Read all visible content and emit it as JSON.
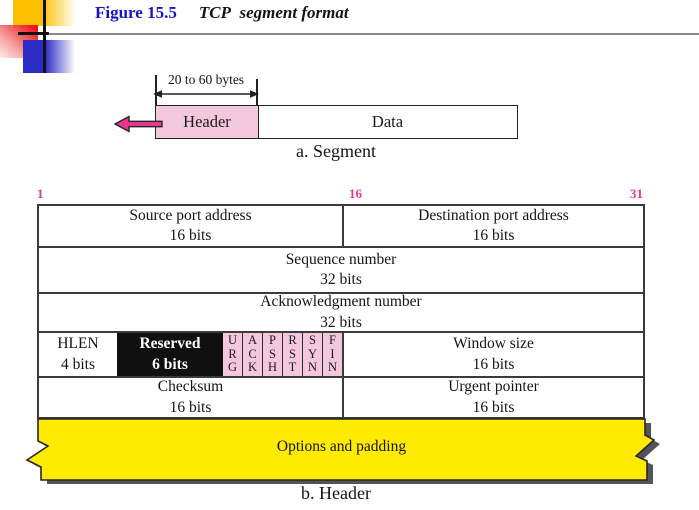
{
  "title": {
    "figure_label": "Figure 15.5",
    "name_prefix": "TCP",
    "name_rest": "segment format"
  },
  "colors": {
    "title_blue": "#1414cc",
    "bit_marker_magenta": "#e8368f",
    "pink_fill": "#f3c7dc",
    "arrow_pink": "#e8368f",
    "reserved_black": "#101010",
    "options_yellow": "#ffeb00",
    "banner_shadow": "#53545a"
  },
  "segment": {
    "size_label": "20 to 60 bytes",
    "header_label": "Header",
    "data_label": "Data",
    "caption": "a. Segment"
  },
  "header": {
    "bit_markers": [
      "1",
      "16",
      "31"
    ],
    "rows": {
      "source_port": [
        "Source port address",
        "16 bits"
      ],
      "dest_port": [
        "Destination port address",
        "16 bits"
      ],
      "sequence": [
        "Sequence number",
        "32 bits"
      ],
      "ack": [
        "Acknowledgment number",
        "32 bits"
      ],
      "hlen": [
        "HLEN",
        "4 bits"
      ],
      "reserved": [
        "Reserved",
        "6 bits"
      ],
      "window": [
        "Window size",
        "16 bits"
      ],
      "checksum": [
        "Checksum",
        "16 bits"
      ],
      "urgent": [
        "Urgent pointer",
        "16 bits"
      ]
    },
    "flags": [
      [
        "U",
        "R",
        "G"
      ],
      [
        "A",
        "C",
        "K"
      ],
      [
        "P",
        "S",
        "H"
      ],
      [
        "R",
        "S",
        "T"
      ],
      [
        "S",
        "Y",
        "N"
      ],
      [
        "F",
        "I",
        "N"
      ]
    ],
    "options_label": "Options and padding",
    "caption": "b. Header"
  }
}
